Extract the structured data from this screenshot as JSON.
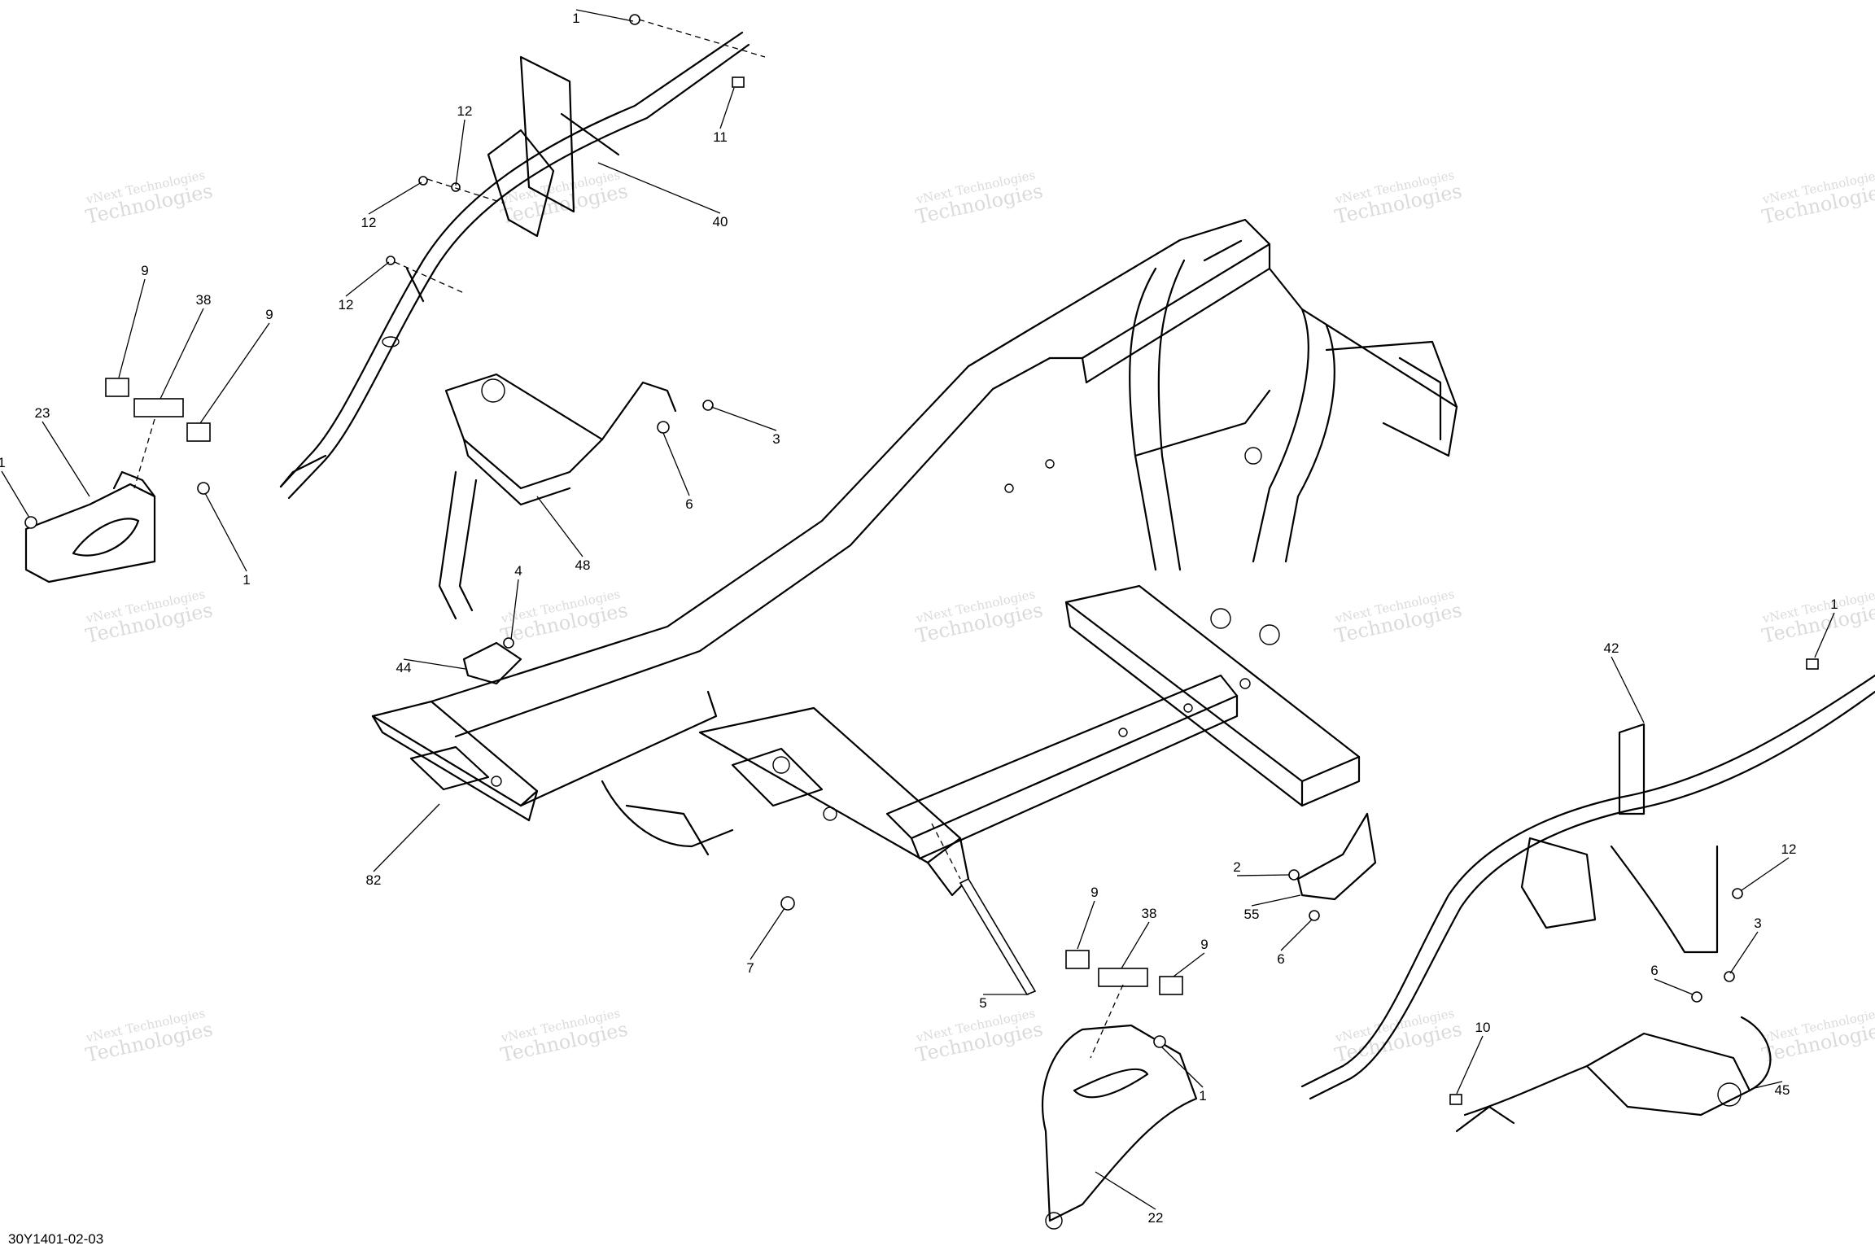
{
  "diagram": {
    "reference_code": "30Y1401-02-03",
    "watermark": {
      "line1": "vNext Technologies",
      "line2": "Technologies"
    },
    "callouts": [
      {
        "id": "c1a",
        "label": "1"
      },
      {
        "id": "c12a",
        "label": "12"
      },
      {
        "id": "c12b",
        "label": "12"
      },
      {
        "id": "c12c",
        "label": "12"
      },
      {
        "id": "c11",
        "label": "11"
      },
      {
        "id": "c40",
        "label": "40"
      },
      {
        "id": "c9a",
        "label": "9"
      },
      {
        "id": "c38a",
        "label": "38"
      },
      {
        "id": "c9b",
        "label": "9"
      },
      {
        "id": "c23",
        "label": "23"
      },
      {
        "id": "c1b",
        "label": "1"
      },
      {
        "id": "c1c",
        "label": "1"
      },
      {
        "id": "c3a",
        "label": "3"
      },
      {
        "id": "c6a",
        "label": "6"
      },
      {
        "id": "c48",
        "label": "48"
      },
      {
        "id": "c4",
        "label": "4"
      },
      {
        "id": "c44",
        "label": "44"
      },
      {
        "id": "c82",
        "label": "82"
      },
      {
        "id": "c7",
        "label": "7"
      },
      {
        "id": "c5",
        "label": "5"
      },
      {
        "id": "c9c",
        "label": "9"
      },
      {
        "id": "c38b",
        "label": "38"
      },
      {
        "id": "c9d",
        "label": "9"
      },
      {
        "id": "c1d",
        "label": "1"
      },
      {
        "id": "c22",
        "label": "22"
      },
      {
        "id": "c2",
        "label": "2"
      },
      {
        "id": "c55",
        "label": "55"
      },
      {
        "id": "c6b",
        "label": "6"
      },
      {
        "id": "c42",
        "label": "42"
      },
      {
        "id": "c1e",
        "label": "1"
      },
      {
        "id": "c12d",
        "label": "12"
      },
      {
        "id": "c3b",
        "label": "3"
      },
      {
        "id": "c6c",
        "label": "6"
      },
      {
        "id": "c10",
        "label": "10"
      },
      {
        "id": "c45",
        "label": "45"
      }
    ]
  }
}
